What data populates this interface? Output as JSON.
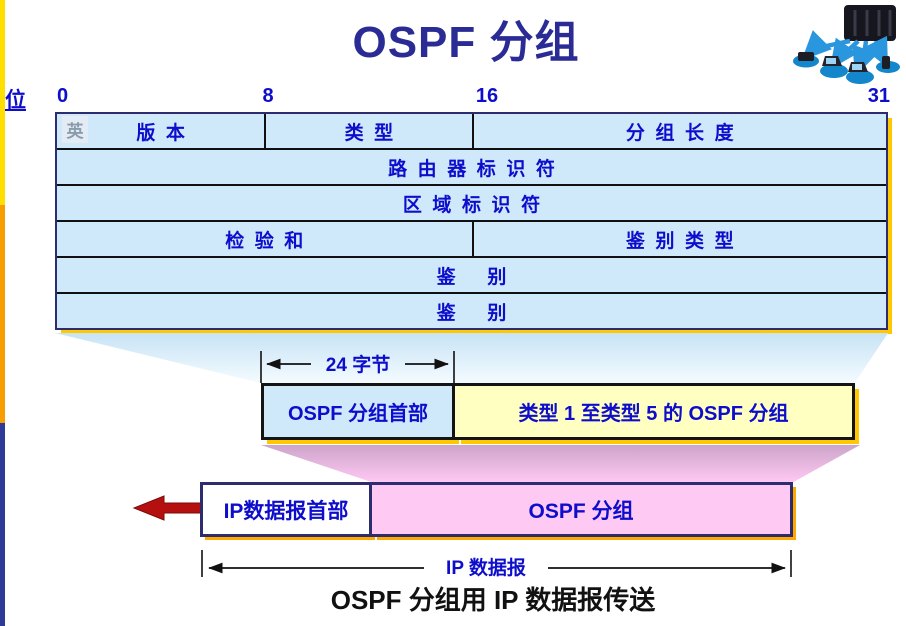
{
  "title": "OSPF 分组",
  "ruler": {
    "unit_label": "位",
    "tick0": "0",
    "tick8": "8",
    "tick16": "16",
    "tick31": "31"
  },
  "header_table": {
    "en_badge": "英",
    "row1": {
      "c1": "版  本",
      "c2": "类  型",
      "c3": "分  组  长  度"
    },
    "row2": "路  由  器  标  识  符",
    "row3": "区  域  标  识  符",
    "row4": {
      "c1": "检  验  和",
      "c2": "鉴  别  类  型"
    },
    "row5": "鉴      别",
    "row6": "鉴      别"
  },
  "middle": {
    "measure_label": "24 字节",
    "header_box": "OSPF 分组首部",
    "body_box": "类型 1 至类型 5 的 OSPF 分组"
  },
  "bottom": {
    "ip_header_box": "IP数据报首部",
    "ospf_box": "OSPF 分组",
    "measure_label": "IP 数据报"
  },
  "caption": "OSPF 分组用 IP 数据报传送",
  "colors": {
    "title_blue": "#2b2b96",
    "text_blue": "#0d0dcb",
    "cell_blue": "#cfe9fb",
    "box_yellow": "#ffffc2",
    "box_pink": "#fec9f3",
    "shadow_gold": "#ffc800",
    "arrow_red": "#b51010",
    "sidebar_yellow": "#ffdf00",
    "sidebar_orange": "#f79d00",
    "sidebar_navy": "#2f3a96"
  }
}
